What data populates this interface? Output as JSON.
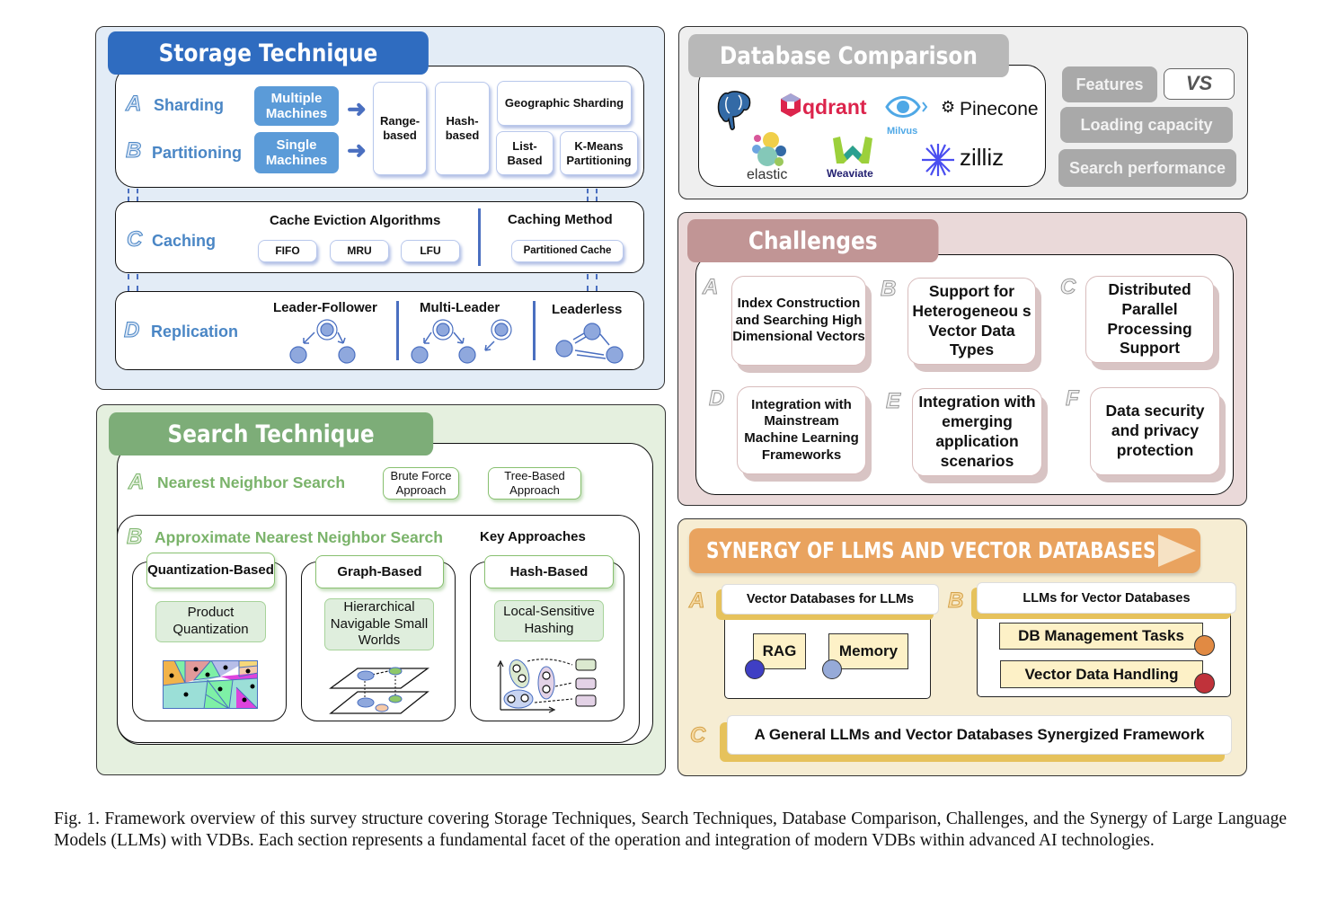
{
  "colors": {
    "storage_bg": "#e3ecf6",
    "storage_header": "#2f6cc0",
    "storage_accent": "#4a86c5",
    "search_bg": "#e5f0df",
    "search_header": "#7dad78",
    "search_accent": "#7ab36a",
    "db_bg": "#efefef",
    "db_header": "#b8b8b8",
    "challenges_bg": "#ead9d9",
    "challenges_header": "#c19595",
    "synergy_bg": "#f6edd3",
    "synergy_header": "#e9a35f"
  },
  "storage": {
    "title": "Storage Technique",
    "sharding": {
      "letter": "A",
      "label": "Sharding",
      "machine": "Multiple Machines"
    },
    "partitioning": {
      "letter": "B",
      "label": "Partitioning",
      "machine": "Single Machines"
    },
    "methods": [
      "Range-based",
      "Hash-based",
      "Geographic Sharding",
      "List-Based",
      "K-Means Partitioning"
    ],
    "caching": {
      "letter": "C",
      "label": "Caching",
      "eviction_title": "Cache Eviction Algorithms",
      "eviction": [
        "FIFO",
        "MRU",
        "LFU"
      ],
      "method_title": "Caching Method",
      "method": "Partitioned  Cache"
    },
    "replication": {
      "letter": "D",
      "label": "Replication",
      "types": [
        "Leader-Follower",
        "Multi-Leader",
        "Leaderless"
      ]
    }
  },
  "search": {
    "title": "Search Technique",
    "nns": {
      "letter": "A",
      "label": "Nearest Neighbor Search",
      "approaches": [
        "Brute Force Approach",
        "Tree-Based Approach"
      ]
    },
    "anns": {
      "letter": "B",
      "label": "Approximate Nearest Neighbor Search",
      "key_title": "Key Approaches",
      "groups": [
        {
          "title": "Quantization-Based",
          "method": "Product Quantization"
        },
        {
          "title": "Graph-Based",
          "method": "Hierarchical Navigable Small Worlds"
        },
        {
          "title": "Hash-Based",
          "method": "Local-Sensitive Hashing"
        }
      ]
    }
  },
  "database": {
    "title": "Database Comparison",
    "logos": [
      "postgresql-logo",
      "qdrant",
      "Milvus",
      "Pinecone",
      "elastic",
      "Weaviate",
      "zilliz"
    ],
    "criteria": [
      "Features",
      "VS",
      "Loading capacity",
      "Search performance"
    ]
  },
  "challenges": {
    "title": "Challenges",
    "items": [
      {
        "letter": "A",
        "text": "Index Construction and Searching High Dimensional Vectors"
      },
      {
        "letter": "B",
        "text": "Support for Heterogeneou s Vector Data Types"
      },
      {
        "letter": "C",
        "text": "Distributed Parallel Processing Support"
      },
      {
        "letter": "D",
        "text": "Integration with Mainstream Machine Learning Frameworks"
      },
      {
        "letter": "E",
        "text": "Integration with emerging application scenarios"
      },
      {
        "letter": "F",
        "text": "Data security and privacy protection"
      }
    ]
  },
  "synergy": {
    "title": "SYNERGY OF LLMS AND VECTOR DATABASES",
    "a": {
      "letter": "A",
      "title": "Vector Databases for LLMs",
      "items": [
        "RAG",
        "Memory"
      ]
    },
    "b": {
      "letter": "B",
      "title": "LLMs for Vector Databases",
      "items": [
        "DB Management Tasks",
        "Vector Data Handling"
      ]
    },
    "c": {
      "letter": "C",
      "title": "A General LLMs and Vector Databases Synergized Framework"
    }
  },
  "caption": "Fig. 1.  Framework overview of this survey structure covering Storage Techniques, Search Techniques, Database Comparison, Challenges, and the Synergy of Large Language Models (LLMs) with VDBs. Each section represents a fundamental facet of the operation and integration of modern VDBs within advanced AI technologies."
}
